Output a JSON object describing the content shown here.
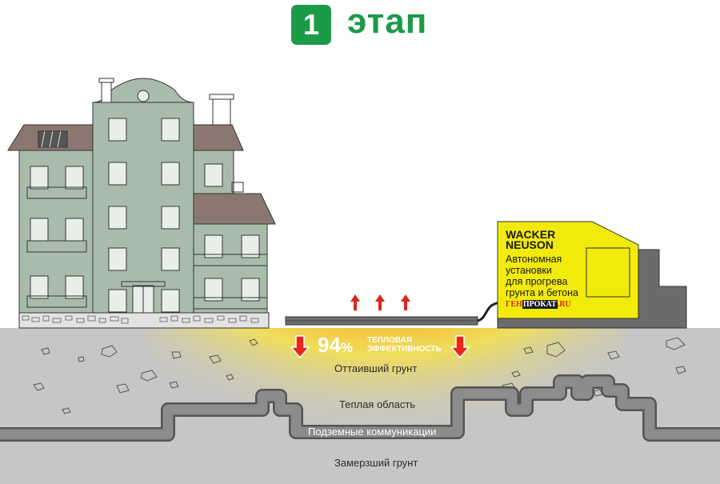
{
  "stage": {
    "number": "1",
    "label": "этап"
  },
  "heat": {
    "percent": "94",
    "percent_sign": "%",
    "line1": "ТЕПЛОВАЯ",
    "line2": "ЭФФЕКТИВНОСТЬ"
  },
  "zones": {
    "thawed": "Оттаивший грунт",
    "warm": "Теплая область",
    "utilities": "Подземные коммуникации",
    "frozen": "Замерзший грунт"
  },
  "unit": {
    "logo_line1": "WACKER",
    "logo_line2": "NEUSON",
    "desc_line1": "Автономная",
    "desc_line2": "установки",
    "desc_line3": "для прогрева",
    "desc_line4": "грунта и бетона",
    "brand_left": "ГЕН",
    "brand_mid": "ПРОКАТ",
    "brand_right": ".RU"
  },
  "colors": {
    "accent_green": "#1c9a48",
    "ground": "#c6c6c6",
    "heat_core": "#e8261b",
    "heat_mid": "#f6a21a",
    "heat_outer": "#f6e24a",
    "unit_yellow": "#f2ea0b",
    "unit_body": "#6b6b6b",
    "building_green": "#a9bcac",
    "roof": "#8a7870",
    "pipe": "#7a7a7a"
  }
}
